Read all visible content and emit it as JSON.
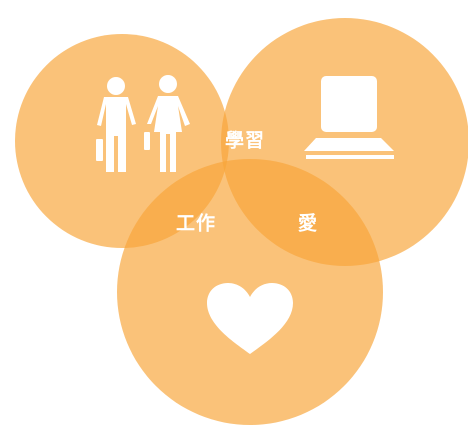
{
  "diagram": {
    "type": "venn",
    "colors": {
      "circle_fill": "#F7A53A",
      "circle_opacity": 0.68,
      "icon": "#ffffff",
      "label_text": "#ffffff"
    },
    "circles": [
      {
        "id": "people",
        "icon": "man-woman-icon"
      },
      {
        "id": "computer",
        "icon": "computer-icon"
      },
      {
        "id": "heart",
        "icon": "heart-icon"
      }
    ],
    "overlaps": [
      {
        "between": [
          "people",
          "computer"
        ],
        "label": "學習"
      },
      {
        "between": [
          "people",
          "heart"
        ],
        "label": "工作"
      },
      {
        "between": [
          "computer",
          "heart"
        ],
        "label": "愛"
      }
    ]
  }
}
